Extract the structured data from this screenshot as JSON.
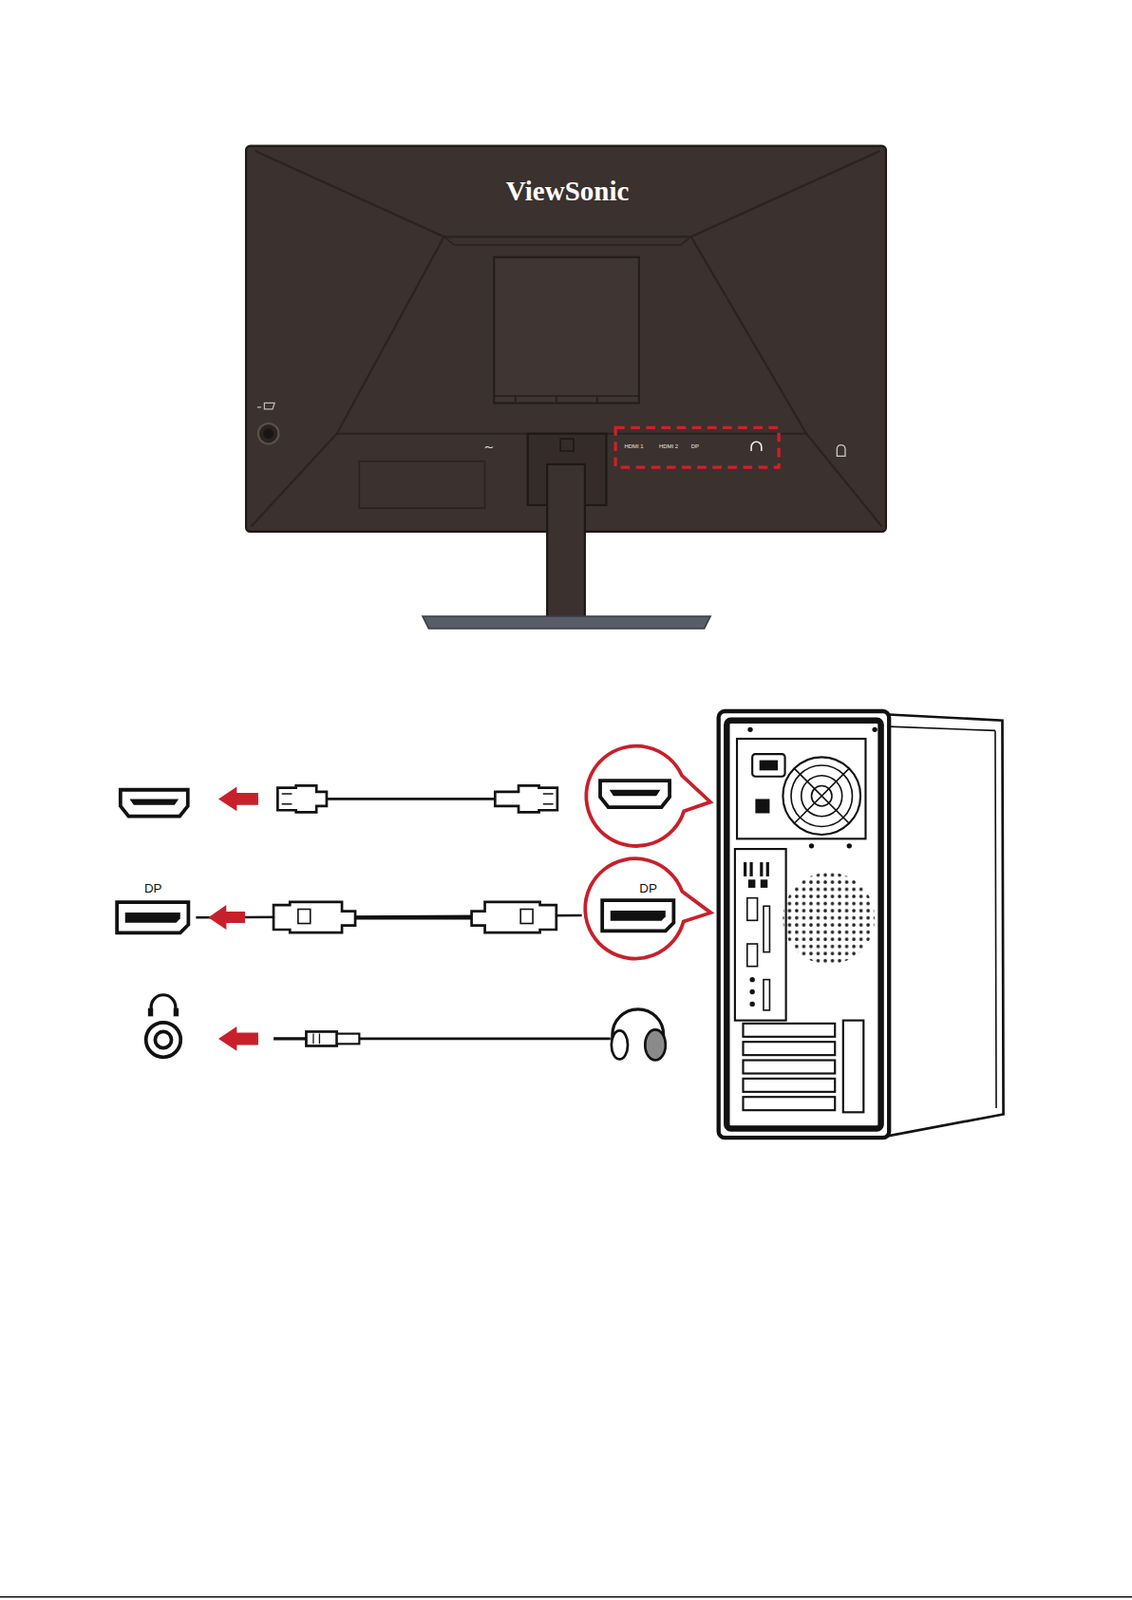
{
  "diagram": {
    "nodes": [
      {
        "text": [
          "DP"
        ]
      },
      {
        "text": [
          "DP"
        ]
      }
    ],
    "edges": [
      {
        "from": 1,
        "to": 0,
        "arrow": "to"
      }
    ],
    "labels": [
      "ViewSonic",
      "~",
      "HDMI 1",
      "HDMI 2",
      "DP"
    ]
  }
}
